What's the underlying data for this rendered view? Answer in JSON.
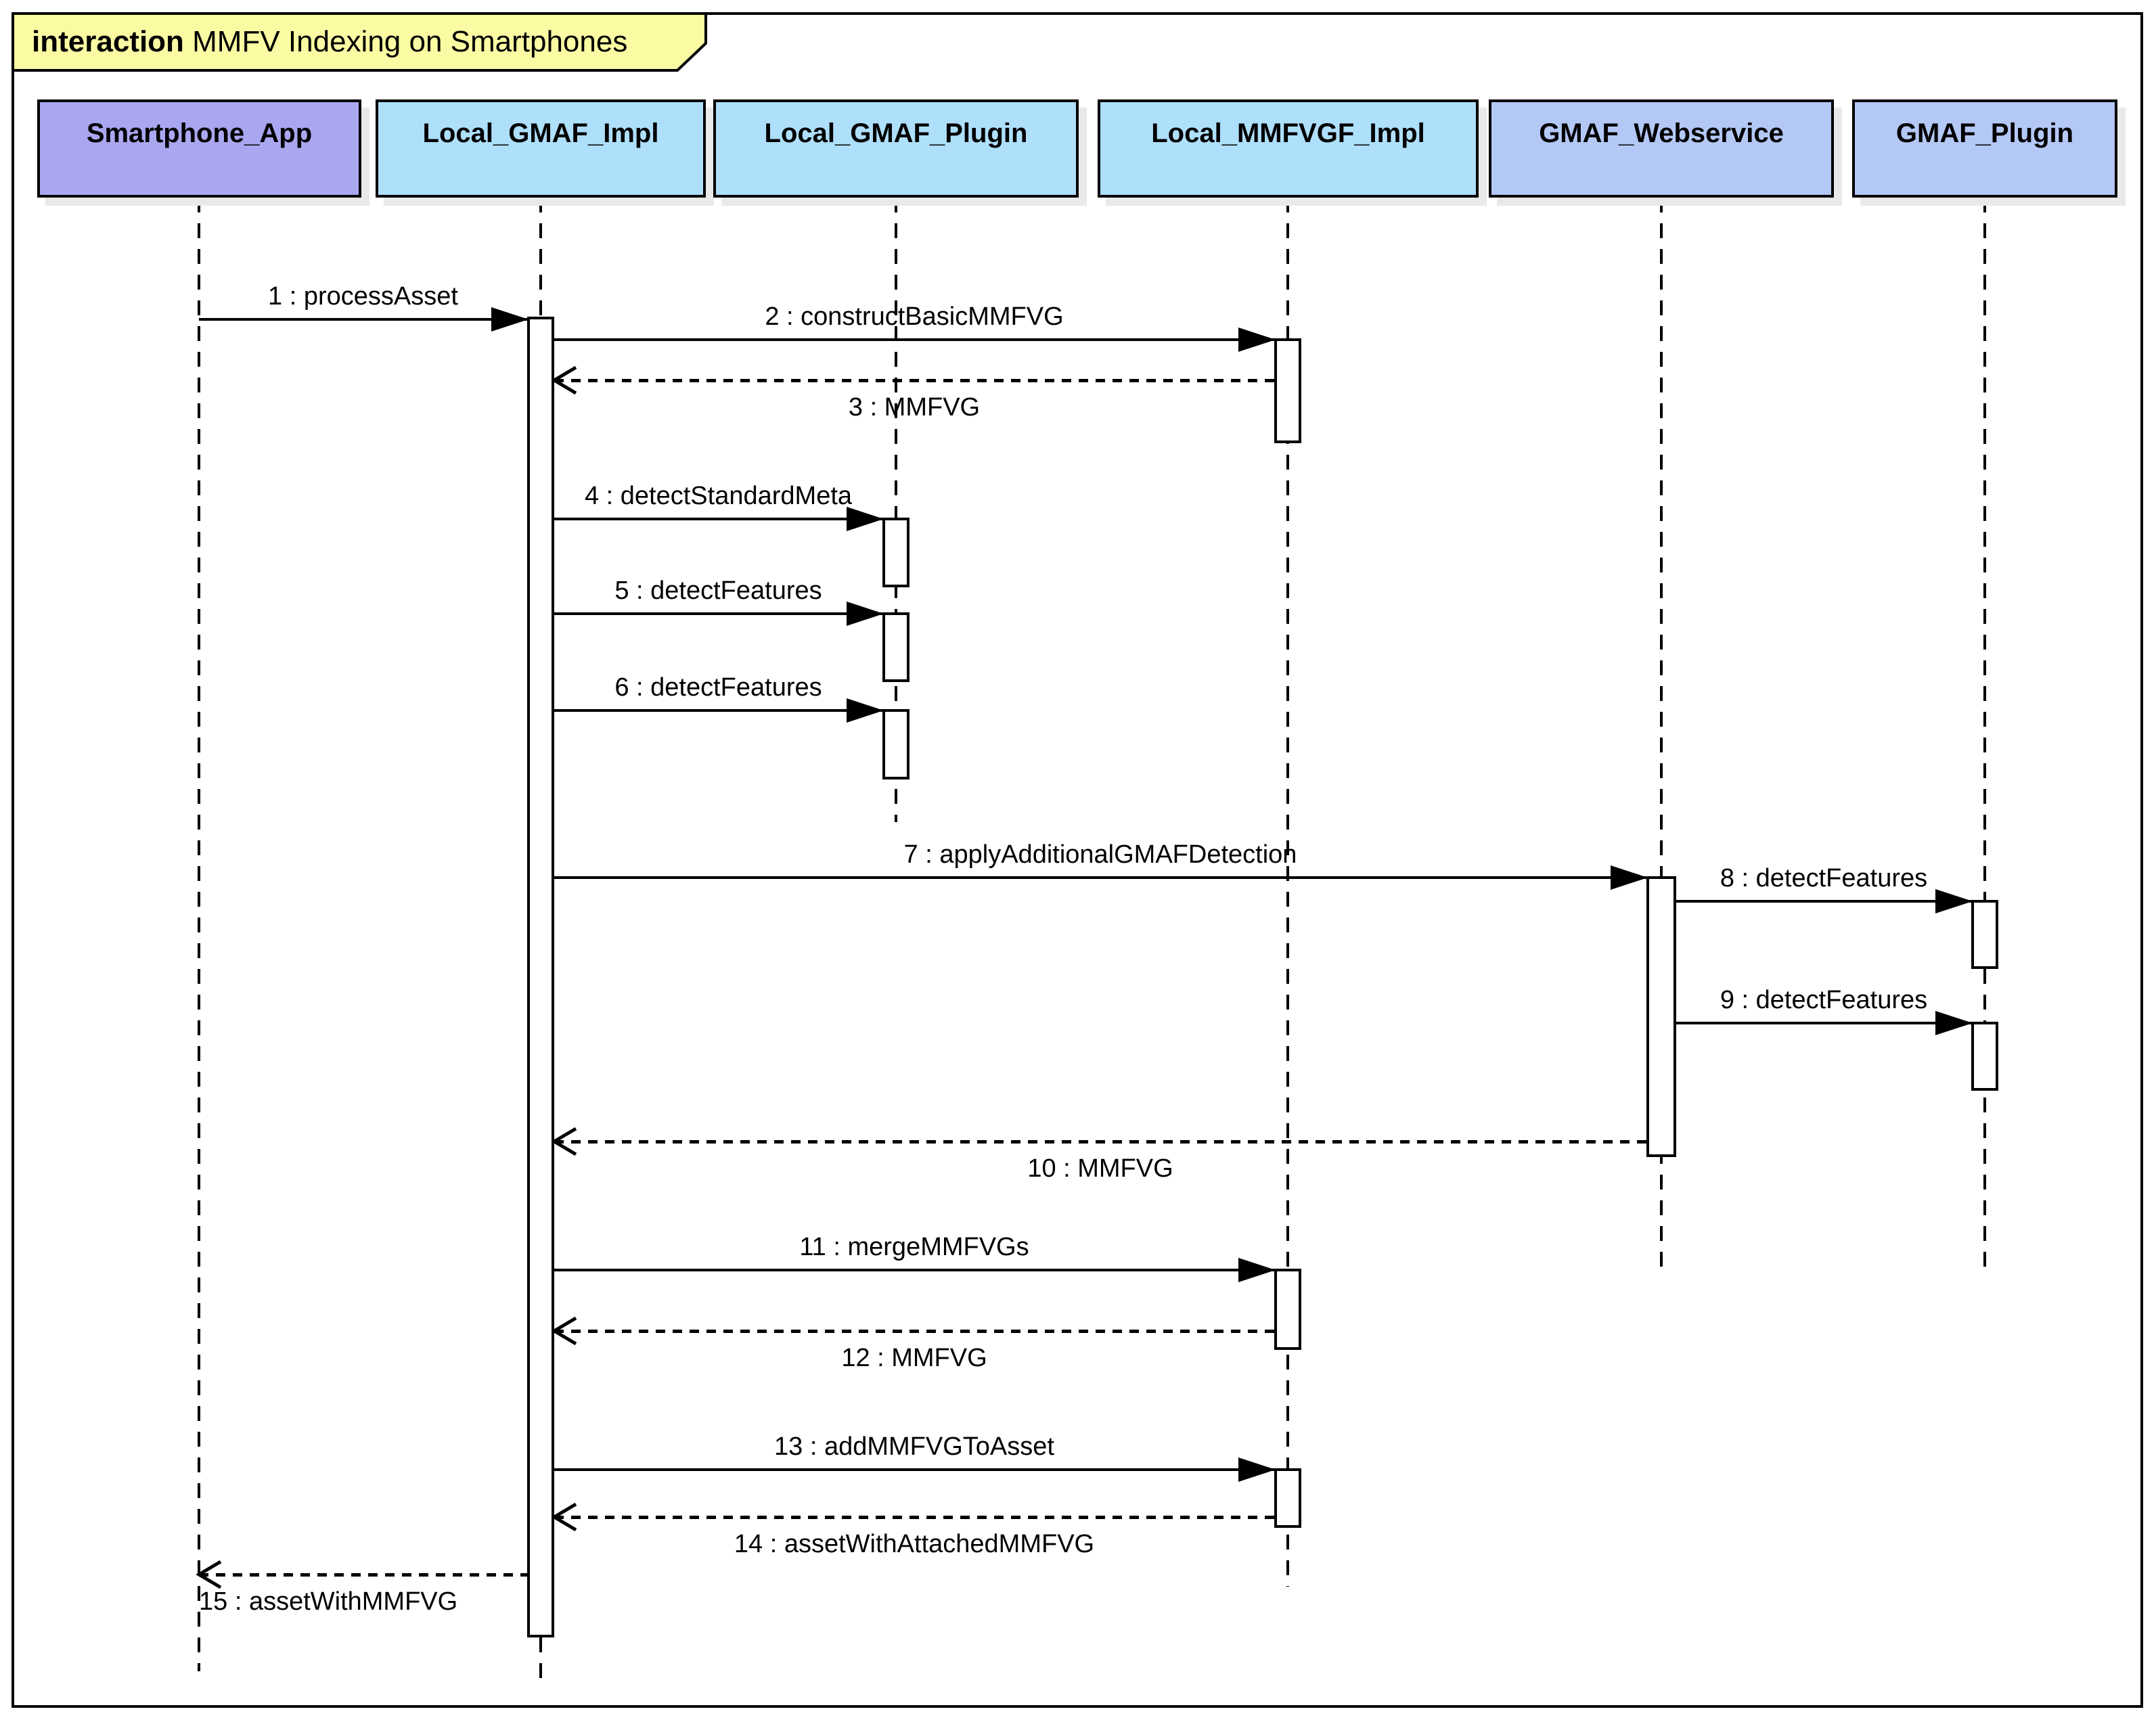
{
  "diagram": {
    "type": "uml-sequence-diagram",
    "title_keyword": "interaction",
    "title_text": " MMFV Indexing on Smartphones"
  },
  "colors": {
    "title_fill": "#fbfba4",
    "purple_header_fill": "#a9a7f0",
    "lightblue_header_fill": "#aedffb",
    "periwinkle_header_fill": "#b4c8f6",
    "border": "#000000",
    "shadow": "#e9e9e9",
    "background": "#ffffff"
  },
  "lifelines": [
    {
      "name": "Smartphone_App",
      "fill": "#a9a7f0"
    },
    {
      "name": "Local_GMAF_Impl",
      "fill": "#aedffb"
    },
    {
      "name": "Local_GMAF_Plugin",
      "fill": "#aedffb"
    },
    {
      "name": "Local_MMFVGF_Impl",
      "fill": "#aedffb"
    },
    {
      "name": "GMAF_Webservice",
      "fill": "#b4c8f6"
    },
    {
      "name": "GMAF_Plugin",
      "fill": "#b4c8f6"
    }
  ],
  "messages": [
    {
      "label": "1 : processAsset",
      "from": "Smartphone_App",
      "to": "Local_GMAF_Impl",
      "kind": "call"
    },
    {
      "label": "2 : constructBasicMMFVG",
      "from": "Local_GMAF_Impl",
      "to": "Local_MMFVGF_Impl",
      "kind": "call"
    },
    {
      "label": "3 : MMFVG",
      "from": "Local_MMFVGF_Impl",
      "to": "Local_GMAF_Impl",
      "kind": "return"
    },
    {
      "label": "4 : detectStandardMeta",
      "from": "Local_GMAF_Impl",
      "to": "Local_GMAF_Plugin",
      "kind": "call"
    },
    {
      "label": "5 : detectFeatures",
      "from": "Local_GMAF_Impl",
      "to": "Local_GMAF_Plugin",
      "kind": "call"
    },
    {
      "label": "6 : detectFeatures",
      "from": "Local_GMAF_Impl",
      "to": "Local_GMAF_Plugin",
      "kind": "call"
    },
    {
      "label": "7 : applyAdditionalGMAFDetection",
      "from": "Local_GMAF_Impl",
      "to": "GMAF_Webservice",
      "kind": "call"
    },
    {
      "label": "8 : detectFeatures",
      "from": "GMAF_Webservice",
      "to": "GMAF_Plugin",
      "kind": "call"
    },
    {
      "label": "9 : detectFeatures",
      "from": "GMAF_Webservice",
      "to": "GMAF_Plugin",
      "kind": "call"
    },
    {
      "label": "10 : MMFVG",
      "from": "GMAF_Webservice",
      "to": "Local_GMAF_Impl",
      "kind": "return"
    },
    {
      "label": "11 : mergeMMFVGs",
      "from": "Local_GMAF_Impl",
      "to": "Local_MMFVGF_Impl",
      "kind": "call"
    },
    {
      "label": "12 : MMFVG",
      "from": "Local_MMFVGF_Impl",
      "to": "Local_GMAF_Impl",
      "kind": "return"
    },
    {
      "label": "13 : addMMFVGToAsset",
      "from": "Local_GMAF_Impl",
      "to": "Local_MMFVGF_Impl",
      "kind": "call"
    },
    {
      "label": "14 : assetWithAttachedMMFVG",
      "from": "Local_MMFVGF_Impl",
      "to": "Local_GMAF_Impl",
      "kind": "return"
    },
    {
      "label": "15 : assetWithMMFVG",
      "from": "Local_GMAF_Impl",
      "to": "Smartphone_App",
      "kind": "return"
    }
  ]
}
